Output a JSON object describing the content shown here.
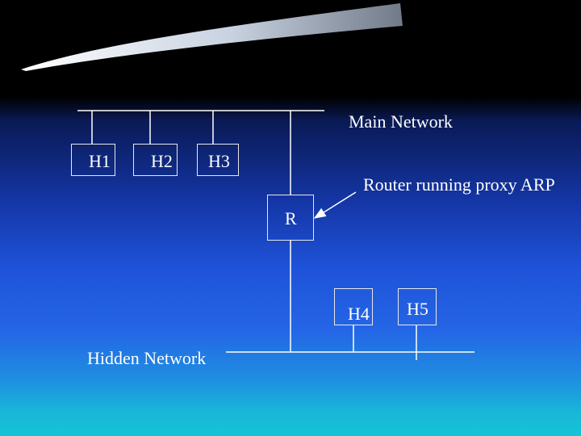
{
  "networks": {
    "main_label": "Main Network",
    "hidden_label": "Hidden Network"
  },
  "hosts": {
    "h1": "H1",
    "h2": "H2",
    "h3": "H3",
    "h4": "H4",
    "h5": "H5"
  },
  "router": {
    "label": "R",
    "annotation": "Router running proxy ARP"
  },
  "colors": {
    "lines": "#ffffff",
    "text": "#ffffff"
  }
}
